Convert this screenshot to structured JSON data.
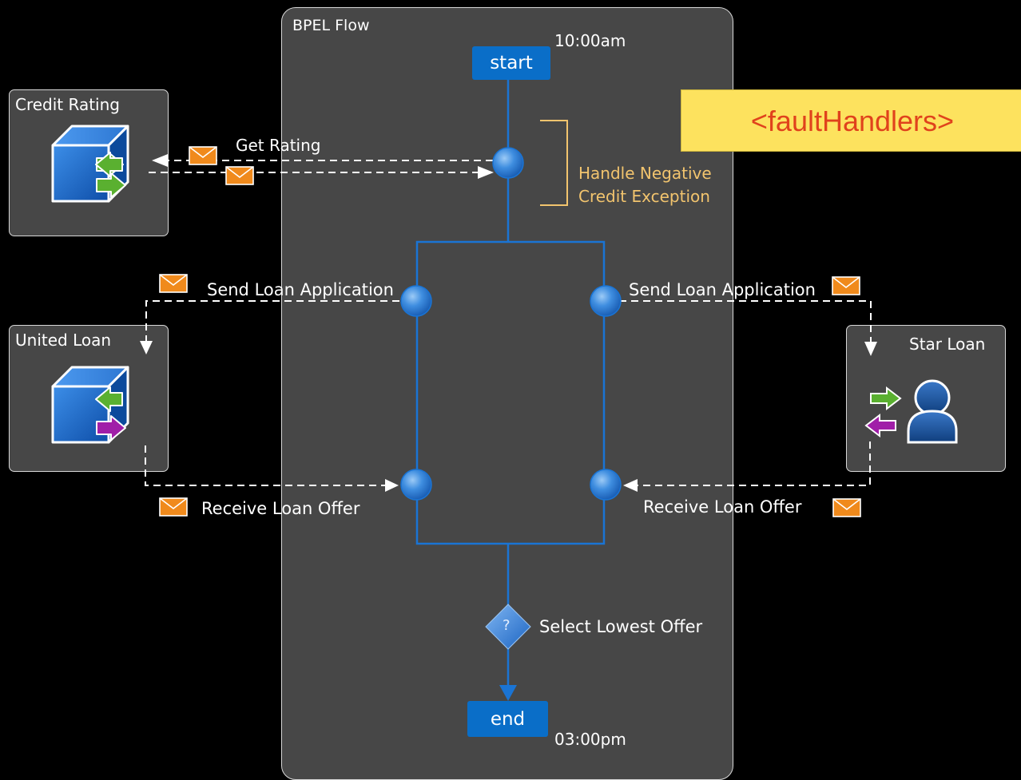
{
  "flow": {
    "title": "BPEL Flow",
    "start_label": "start",
    "start_time": "10:00am",
    "end_label": "end",
    "end_time": "03:00pm",
    "decision_symbol": "?",
    "decision_label": "Select Lowest Offer"
  },
  "fault_handlers": {
    "label": "<faultHandlers>",
    "color": "#fde25e",
    "text_color": "#e0421c"
  },
  "fault_annotation": {
    "line1": "Handle Negative",
    "line2": "Credit Exception",
    "color": "#f2c46e"
  },
  "partners": {
    "credit_rating": {
      "title": "Credit Rating"
    },
    "united_loan": {
      "title": "United Loan"
    },
    "star_loan": {
      "title": "Star Loan"
    }
  },
  "messages": {
    "get_rating": "Get Rating",
    "send_loan_left": "Send Loan Application",
    "send_loan_right": "Send Loan Application",
    "receive_offer_left": "Receive Loan Offer",
    "receive_offer_right": "Receive Loan Offer"
  },
  "colors": {
    "background": "#000000",
    "panel": "#474747",
    "flow_line": "#1a74d4",
    "envelope": "#f08a1c",
    "arrow_green": "#5ab030",
    "arrow_purple": "#a01ea8"
  },
  "icons": {
    "credit_rating": "service-cube-icon",
    "united_loan": "service-cube-icon",
    "star_loan": "user-icon",
    "message": "envelope-icon"
  }
}
